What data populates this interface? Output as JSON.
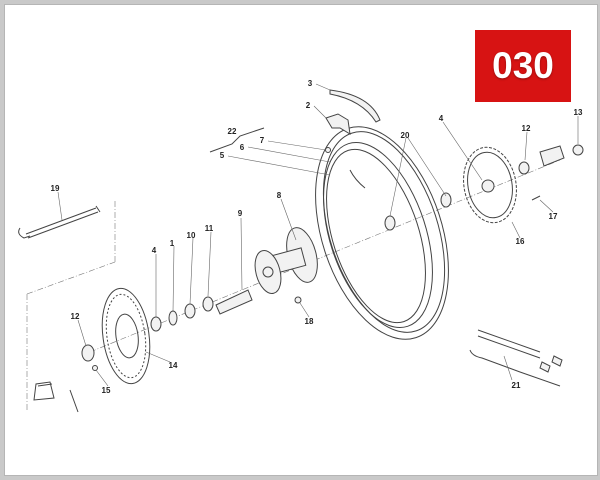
{
  "badge": {
    "text": "030",
    "color": "#d71313"
  },
  "callouts": [
    "1",
    "2",
    "3",
    "4",
    "4",
    "5",
    "6",
    "7",
    "8",
    "9",
    "10",
    "11",
    "12",
    "12",
    "13",
    "14",
    "15",
    "16",
    "17",
    "18",
    "19",
    "20",
    "21",
    "22"
  ]
}
